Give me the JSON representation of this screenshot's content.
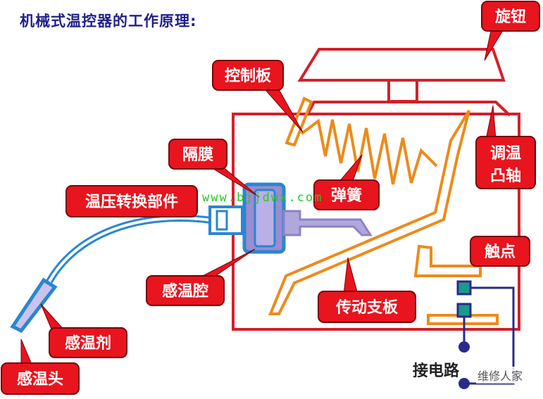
{
  "title": "机械式温控器的工作原理:",
  "watermark": "www.bjjdwx.com",
  "circuit_label": "接电路",
  "brand": "维修人家",
  "labels": {
    "knob": "旋钮",
    "control_plate": "控制板",
    "diaphragm": "隔膜",
    "converter": "温压转换部件",
    "spring": "弹簧",
    "cam_shaft_line1": "调温",
    "cam_shaft_line2": "凸轴",
    "contact": "触点",
    "chamber": "感温腔",
    "drive_plate": "传动支板",
    "agent": "感温剂",
    "probe": "感温头"
  },
  "colors": {
    "label_bg": "#e8141e",
    "frame": "#d4202a",
    "orange": "#ee8a1a",
    "blue": "#2a86d0",
    "purple": "#9080c8",
    "wire": "#2a2a8a",
    "contact": "#1a9a8a"
  }
}
